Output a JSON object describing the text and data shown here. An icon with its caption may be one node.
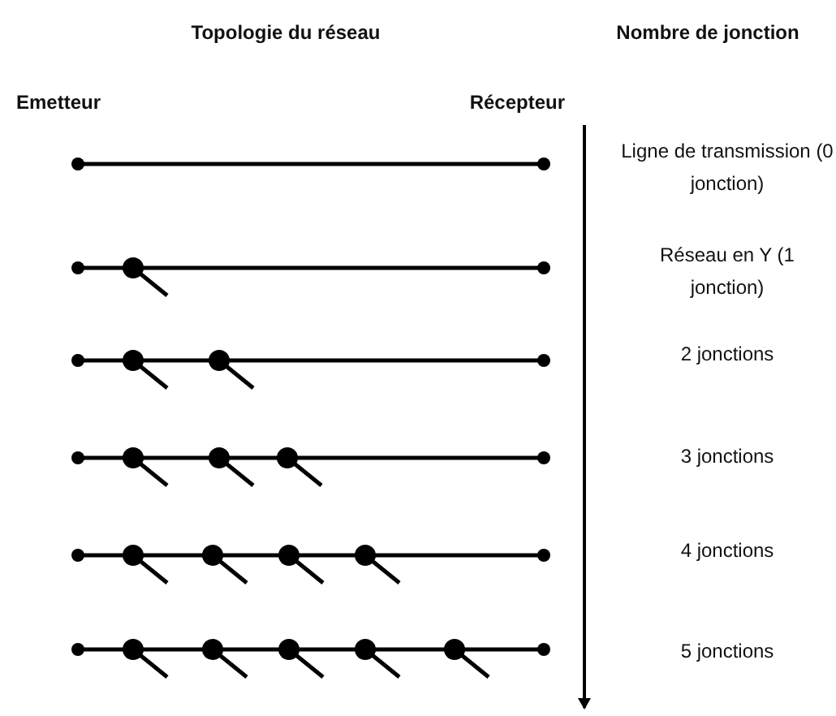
{
  "diagram": {
    "labels": [
      "Topologie du réseau",
      "Nombre de jonction",
      "Emetteur",
      "Récepteur",
      "Ligne de transmission (0 jonction)",
      "Réseau en Y (1 jonction)",
      "2 jonctions",
      "3 jonctions",
      "4 jonctions",
      "5 jonctions"
    ]
  }
}
